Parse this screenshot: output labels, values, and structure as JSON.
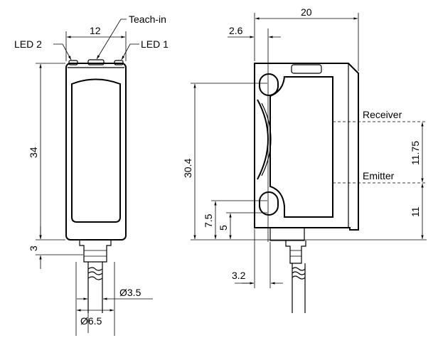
{
  "labels": {
    "teach_in": "Teach-in",
    "led2": "LED 2",
    "led1": "LED 1",
    "receiver": "Receiver",
    "emitter": "Emitter"
  },
  "dimensions": {
    "front_width": "12",
    "front_height": "34",
    "front_base": "3",
    "diam_inner": "Ø3.5",
    "diam_outer": "Ø6.5",
    "side_width": "20",
    "side_offset": "2.6",
    "side_height": "30.4",
    "hole_lower": "7.5",
    "hole_center": "5",
    "receiver_emitter_gap": "11.75",
    "emitter_height": "11",
    "connector_offset": "3.2"
  }
}
